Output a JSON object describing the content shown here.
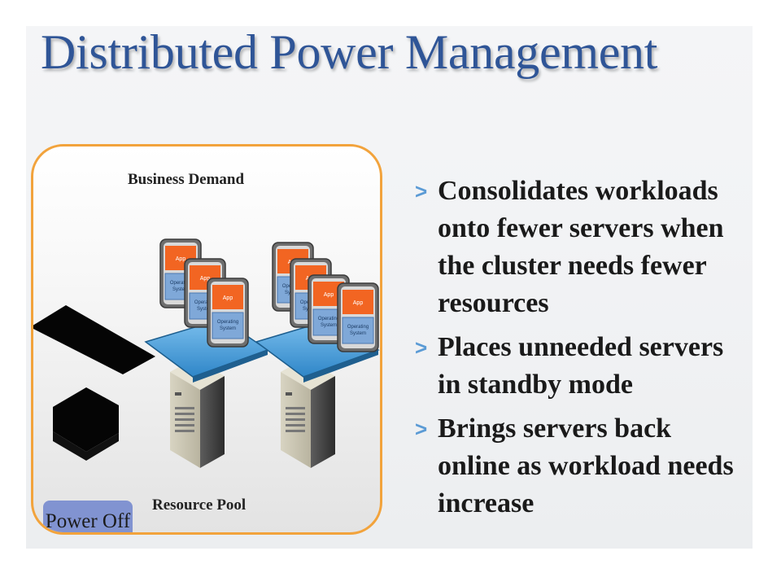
{
  "slide": {
    "title": "Distributed Power Management",
    "diagram": {
      "top_label": "Business Demand",
      "bottom_label": "Resource Pool",
      "power_off_label": "Power Off",
      "vm_app_label": "App",
      "vm_os_label_line1": "Operating",
      "vm_os_label_line2": "System"
    },
    "bullets": [
      {
        "text": "Consolidates workloads onto fewer servers when the cluster needs fewer resources"
      },
      {
        "text": "Places unneeded servers in standby mode"
      },
      {
        "text": "Brings servers back online as workload needs increase"
      }
    ],
    "bullet_marker": ">",
    "colors": {
      "title": "#2f5597",
      "diagram_border": "#f2a33c",
      "app_orange": "#f26522",
      "os_blue": "#7fa8d8",
      "platform_blue": "#5aaae0"
    }
  }
}
